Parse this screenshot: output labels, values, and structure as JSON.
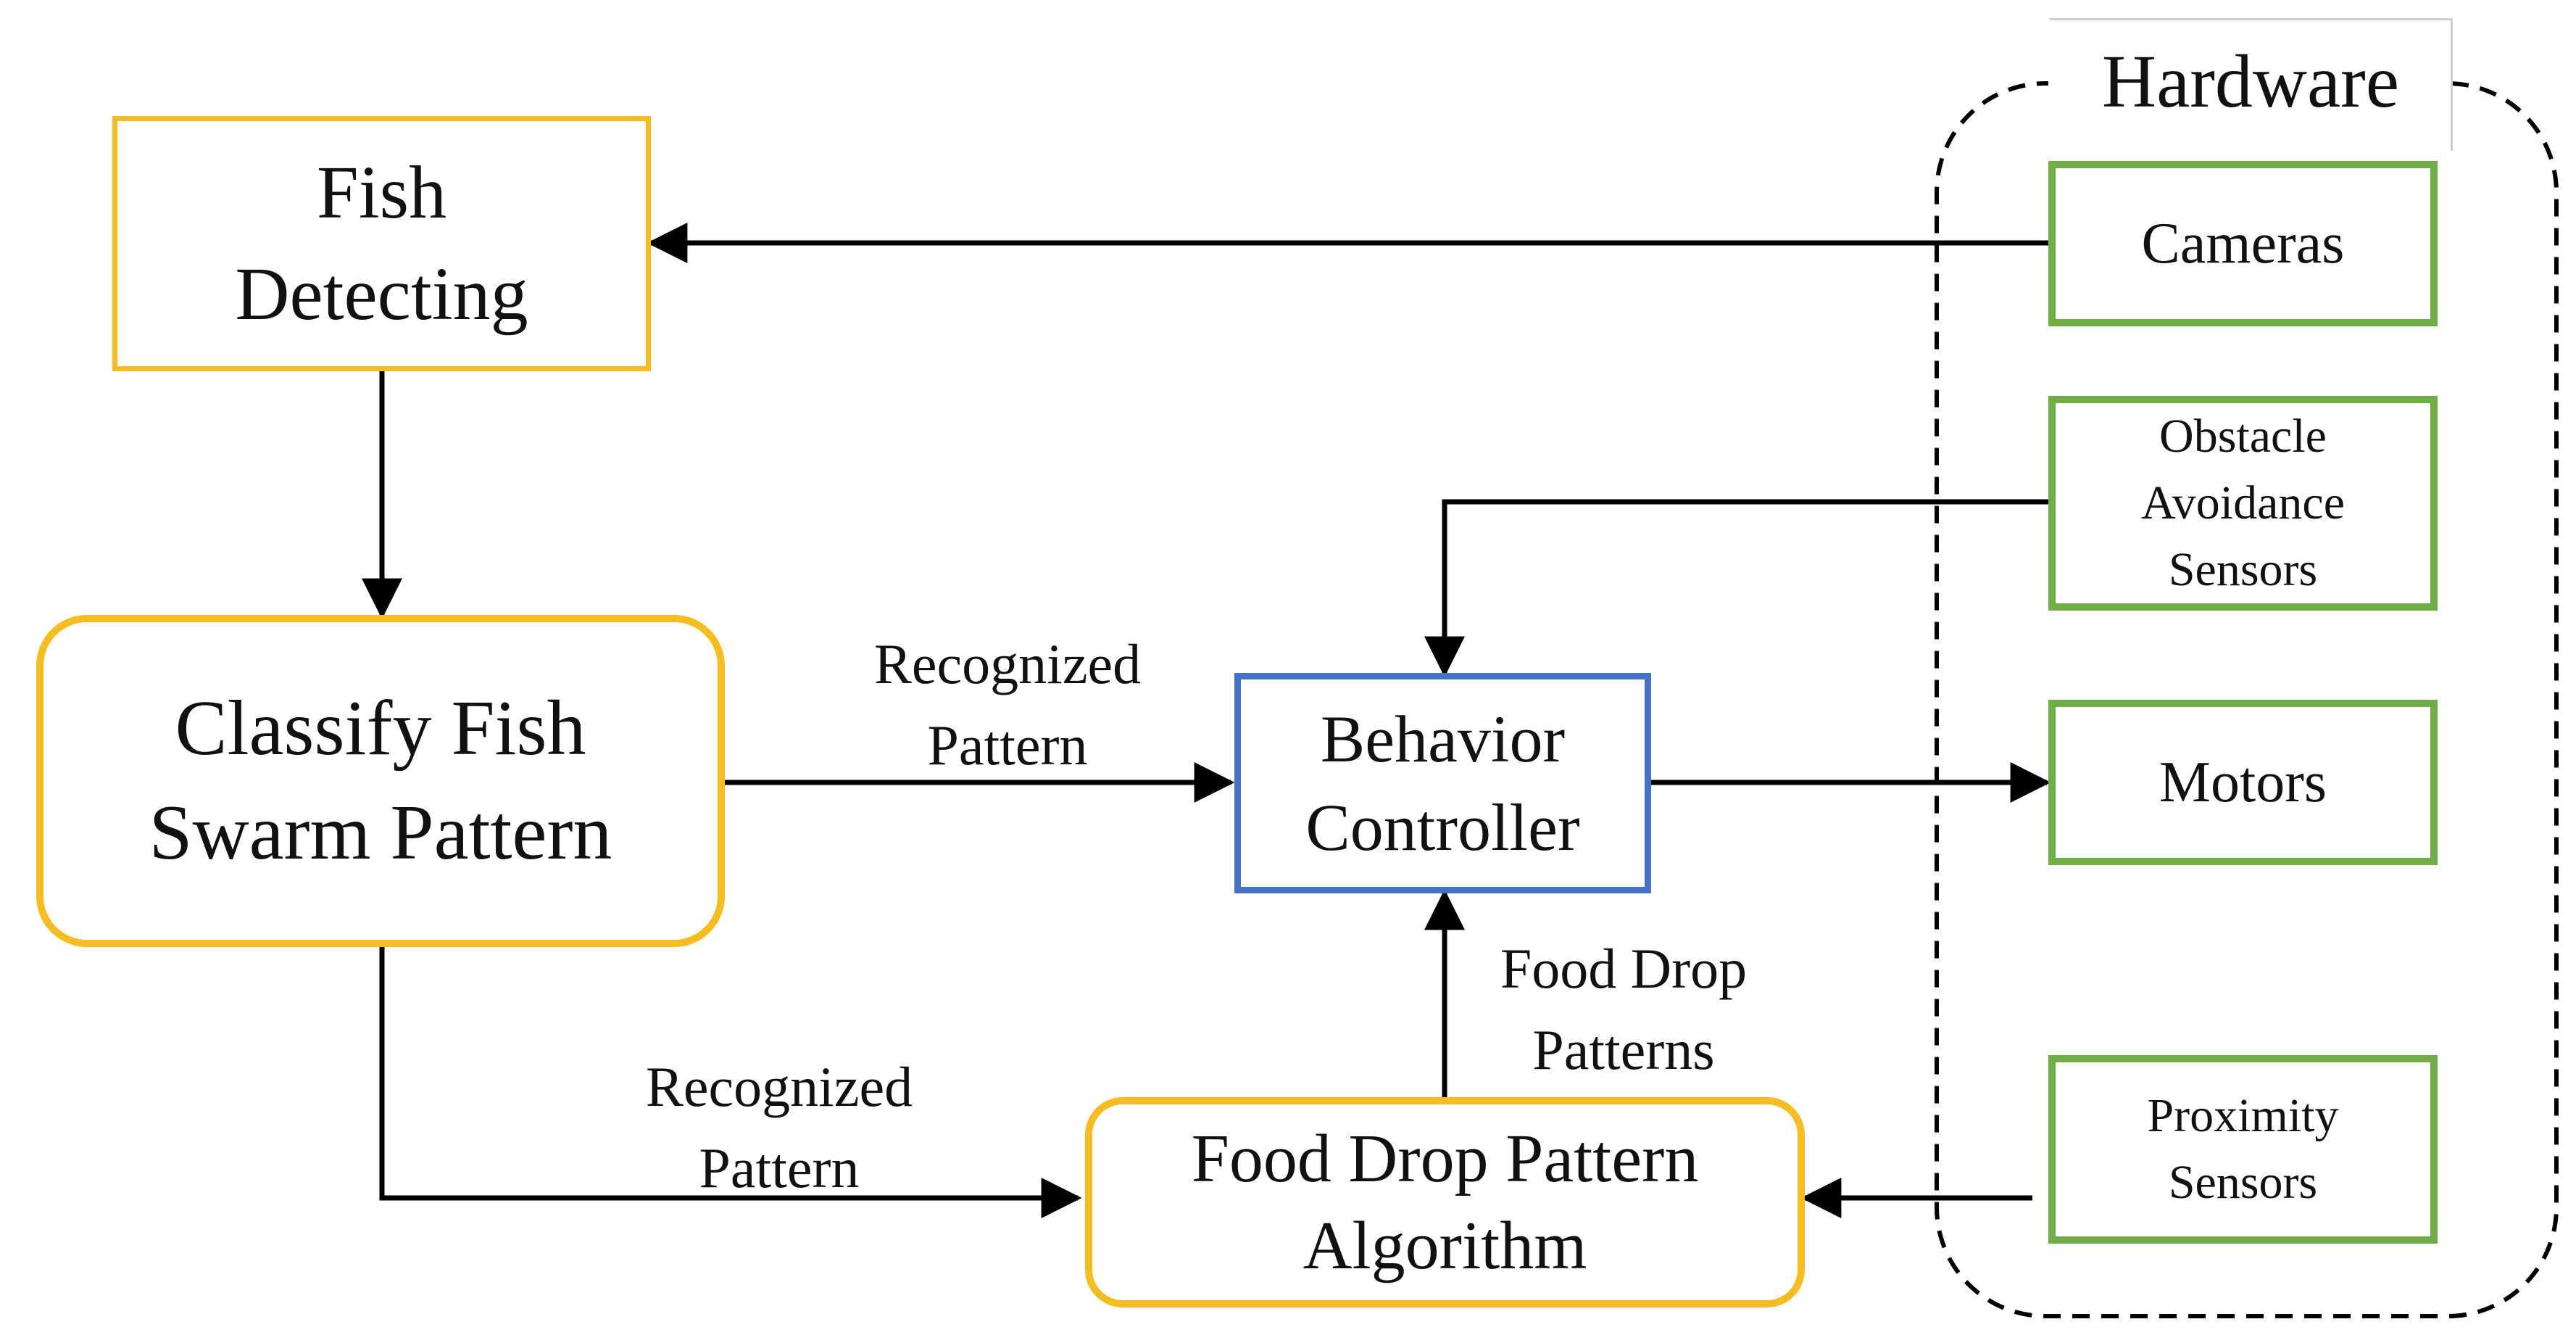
{
  "nodes": {
    "fish_detecting": [
      "Fish",
      "Detecting"
    ],
    "classify": [
      "Classify Fish",
      "Swarm Pattern"
    ],
    "behavior": [
      "Behavior",
      "Controller"
    ],
    "food_algo": [
      "Food Drop Pattern",
      "Algorithm"
    ]
  },
  "hardware": {
    "title": "Hardware",
    "cameras": [
      "Cameras"
    ],
    "obstacle": [
      "Obstacle",
      "Avoidance",
      "Sensors"
    ],
    "motors": [
      "Motors"
    ],
    "proximity": [
      "Proximity",
      "Sensors"
    ]
  },
  "edge_labels": {
    "recognized_top": [
      "Recognized",
      "Pattern"
    ],
    "recognized_bottom": [
      "Recognized",
      "Pattern"
    ],
    "food_drop": [
      "Food Drop",
      "Patterns"
    ]
  },
  "colors": {
    "software_border": "#f5bd22",
    "controller_border": "#4472c4",
    "hardware_border": "#70ad47"
  }
}
